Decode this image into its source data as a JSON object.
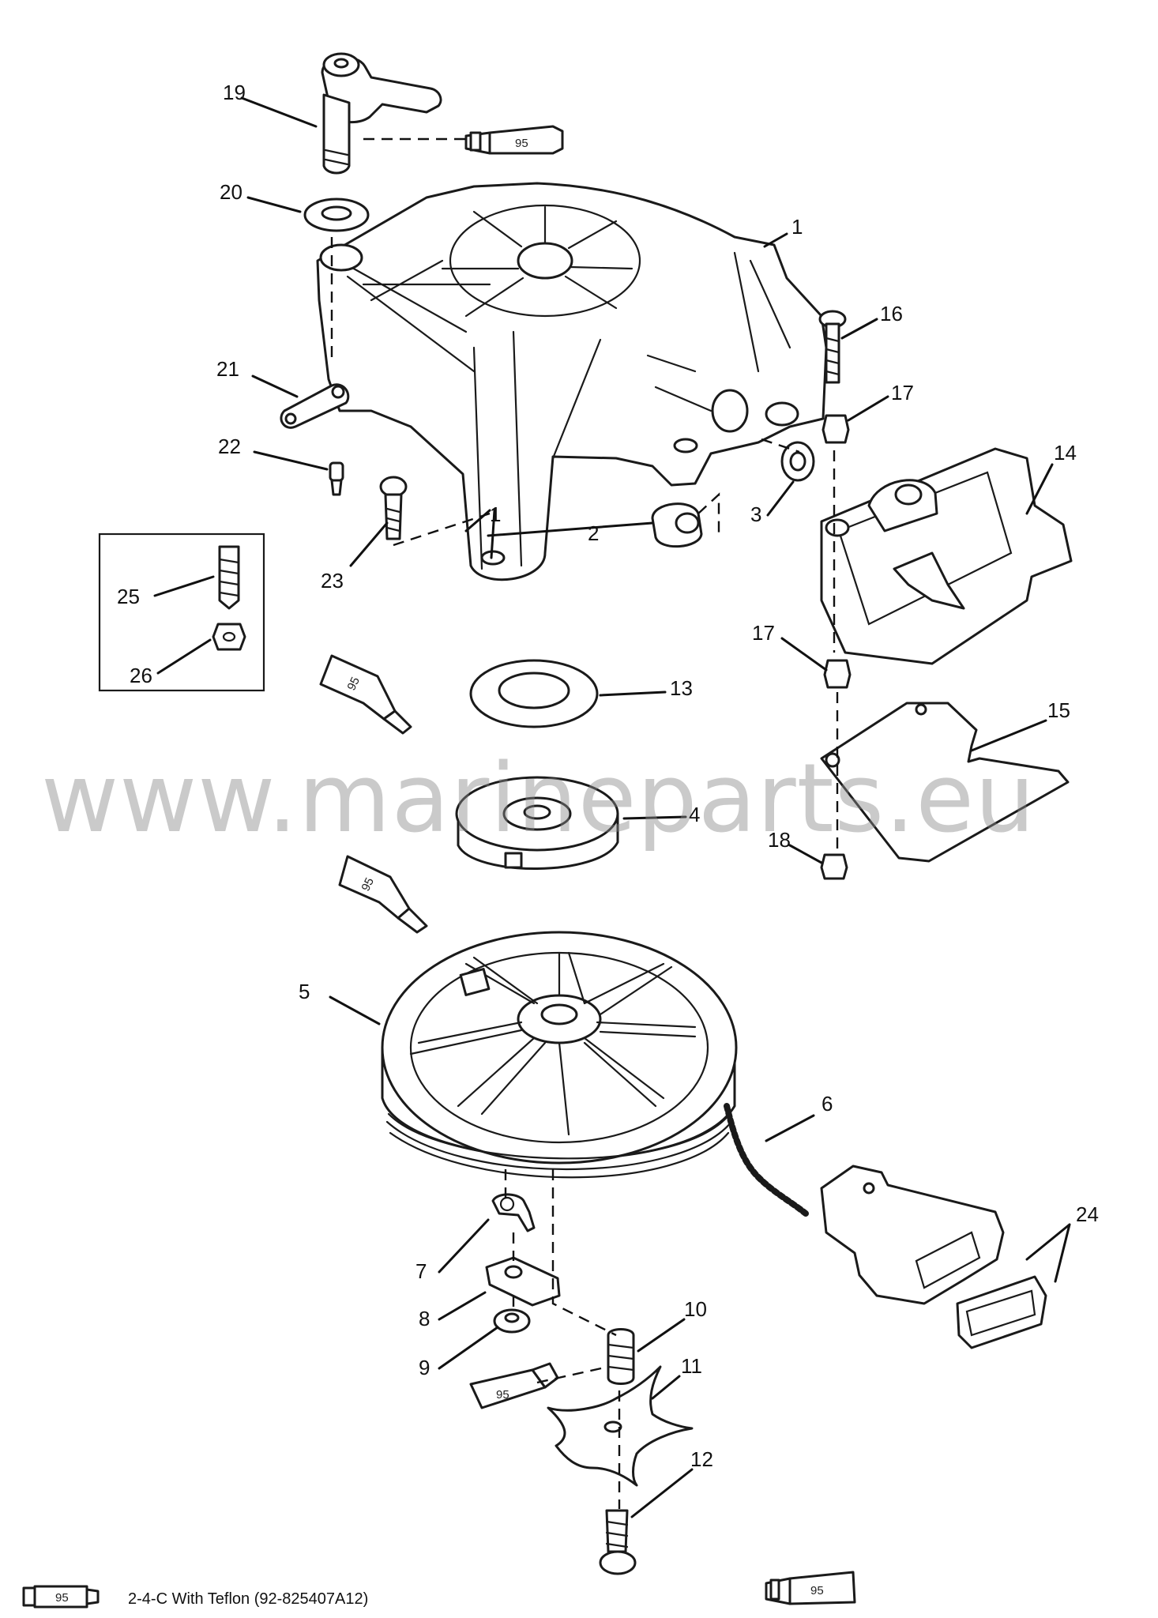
{
  "watermark": "www.marineparts.eu",
  "callouts": {
    "c1a": "1",
    "c1b": "1",
    "c2": "2",
    "c3": "3",
    "c4": "4",
    "c5": "5",
    "c6": "6",
    "c7": "7",
    "c8": "8",
    "c9": "9",
    "c10": "10",
    "c11": "11",
    "c12": "12",
    "c13": "13",
    "c14": "14",
    "c15": "15",
    "c16": "16",
    "c17a": "17",
    "c17b": "17",
    "c18": "18",
    "c19": "19",
    "c20": "20",
    "c21": "21",
    "c22": "22",
    "c23": "23",
    "c24": "24",
    "c25": "25",
    "c26": "26"
  },
  "tube_labels": {
    "t1": "95",
    "t2": "95",
    "t3": "95",
    "t4": "95",
    "t5": "95",
    "t6": "95"
  },
  "legend": {
    "tube_label": "95",
    "text": "2-4-C  With Teflon  (92-825407A12)"
  }
}
